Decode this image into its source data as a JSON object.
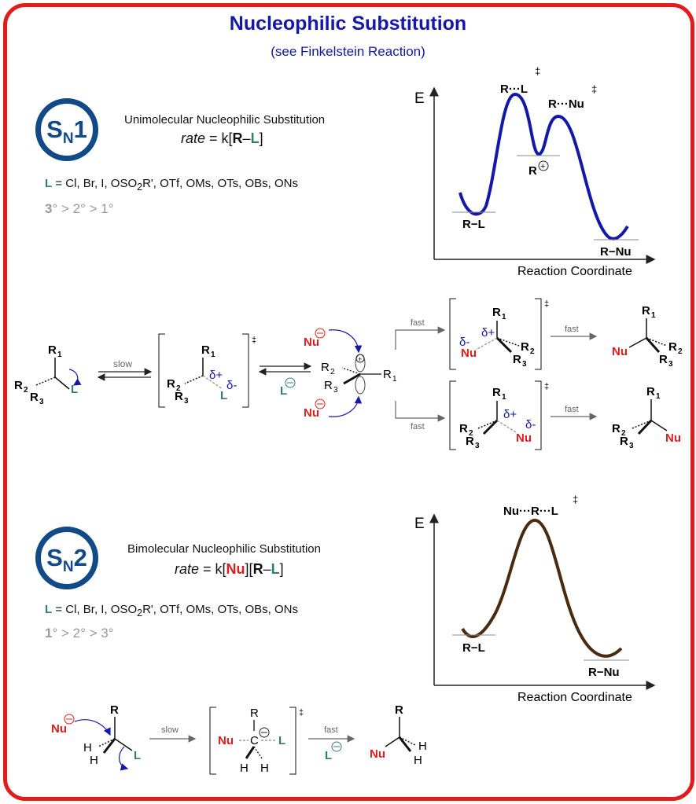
{
  "title": "Nucleophilic Substitution",
  "subtitle": "(see Finkelstein Reaction)",
  "sn1": {
    "badge_s": "S",
    "badge_n": "N",
    "badge_num": "1",
    "name": "Unimolecular Nucleophilic Substitution",
    "rate_prefix": "rate",
    "rate_eq": " = k[",
    "rate_r": "R",
    "rate_dash": "–",
    "rate_l": "L",
    "rate_close": "]",
    "leaving_label": "L",
    "leaving_groups": " = Cl, Br, I, OSO",
    "leaving_sub": "2",
    "leaving_rest": "R', OTf, OMs, OTs, OBs, ONs",
    "order_first": "3",
    "order_rest": "° > 2° > 1°"
  },
  "sn2": {
    "badge_s": "S",
    "badge_n": "N",
    "badge_num": "2",
    "name": "Bimolecular Nucleophilic Substitution",
    "rate_prefix": "rate",
    "rate_eq": " = k[",
    "rate_nu": "Nu",
    "rate_mid": "][",
    "rate_r": "R",
    "rate_dash": "–",
    "rate_l": "L",
    "rate_close": "]",
    "leaving_label": "L",
    "leaving_groups": " = Cl, Br, I, OSO",
    "leaving_sub": "2",
    "leaving_rest": "R', OTf, OMs, OTs, OBs, ONs",
    "order_first": "1",
    "order_rest": "° > 2° > 3°"
  },
  "energy_sn1": {
    "axis_y": "E",
    "axis_x": "Reaction Coordinate",
    "start": "R−L",
    "intermediate": "R",
    "end": "R−Nu",
    "ts1": "R···L",
    "ts2": "R···Nu",
    "dagger": "‡"
  },
  "energy_sn2": {
    "axis_y": "E",
    "axis_x": "Reaction Coordinate",
    "start": "R−L",
    "end": "R−Nu",
    "ts": "Nu···R···L",
    "dagger": "‡"
  },
  "mechanism_sn1": {
    "step1": "slow",
    "fast1": "fast",
    "fast2": "fast",
    "fast3": "fast",
    "fast4": "fast",
    "nu": "Nu",
    "l": "L",
    "r1": "R",
    "r2": "R",
    "r3": "R",
    "delta_plus": "δ+",
    "delta_minus": "δ-"
  },
  "mechanism_sn2": {
    "step1": "slow",
    "step2": "fast",
    "nu": "Nu",
    "l": "L",
    "r": "R",
    "c": "C",
    "h": "H"
  },
  "colors": {
    "frame": "#e21b1b",
    "title": "#1418a8",
    "badge": "#114a86",
    "leaving": "#2f7f6f",
    "nucleophile": "#e21b1b",
    "curve_sn1": "#1418a8",
    "curve_sn2": "#4a2a10"
  }
}
